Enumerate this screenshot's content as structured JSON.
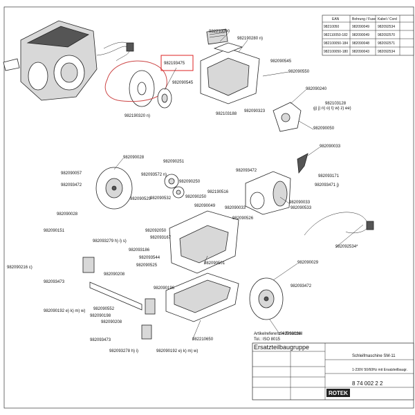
{
  "variant_table": {
    "headers": [
      "EAN",
      "Bohrung / Fuse",
      "Kabel / Cord",
      ""
    ],
    "rows": [
      [
        "98210050",
        "982090049",
        "982092534",
        ""
      ],
      [
        "982110050-182",
        "982090049",
        "982092570",
        ""
      ],
      [
        "982100050-184",
        "982090048",
        "982092571",
        ""
      ],
      [
        "982100050-180",
        "982090043",
        "982092534",
        ""
      ]
    ]
  },
  "part_labels": [
    "982210090",
    "982190280 n)",
    "982193475",
    "982090545",
    "982090550",
    "982090545",
    "982190320 n)",
    "982090240",
    "982103128",
    "g) j) n) o) t) w) z) ee)",
    "982103188",
    "982090323",
    "982090050",
    "982090028",
    "982090251",
    "982090057",
    "982093472",
    "982093572 n)",
    "982090033",
    "982093472",
    "982090250",
    "982093171",
    "982093471 j)",
    "982090529",
    "982090532",
    "982090250",
    "982090033",
    "982090028",
    "982090533",
    "982190516",
    "982090049",
    "982090033",
    "982090526",
    "982090151",
    "982093279 h) i) s)",
    "982093167",
    "982092050",
    "982093186",
    "982093544",
    "982090501",
    "982092534*",
    "982090216 c)",
    "982090525",
    "982090208",
    "982090029",
    "982093473",
    "982090196",
    "982093472",
    "982090552",
    "982090192 e) k) m) w)",
    "982090198",
    "982090208",
    "982090028",
    "982093473",
    "982210650",
    "982093278 h) i)",
    "982090192 e) k) m) w)"
  ],
  "note_lines": [
    "Artikelreferenz = Ersatzteil",
    "Tol.: ISO 8015"
  ],
  "title_block": {
    "heading": "Ersatzteilbaugruppe",
    "machine": "Schleifmaschine SM-11",
    "description": "1-230V 50/60Hz mit Ersatzteilbaugr.",
    "drawing_number": "8 74 002 2 2",
    "logo": "ROTEK"
  }
}
